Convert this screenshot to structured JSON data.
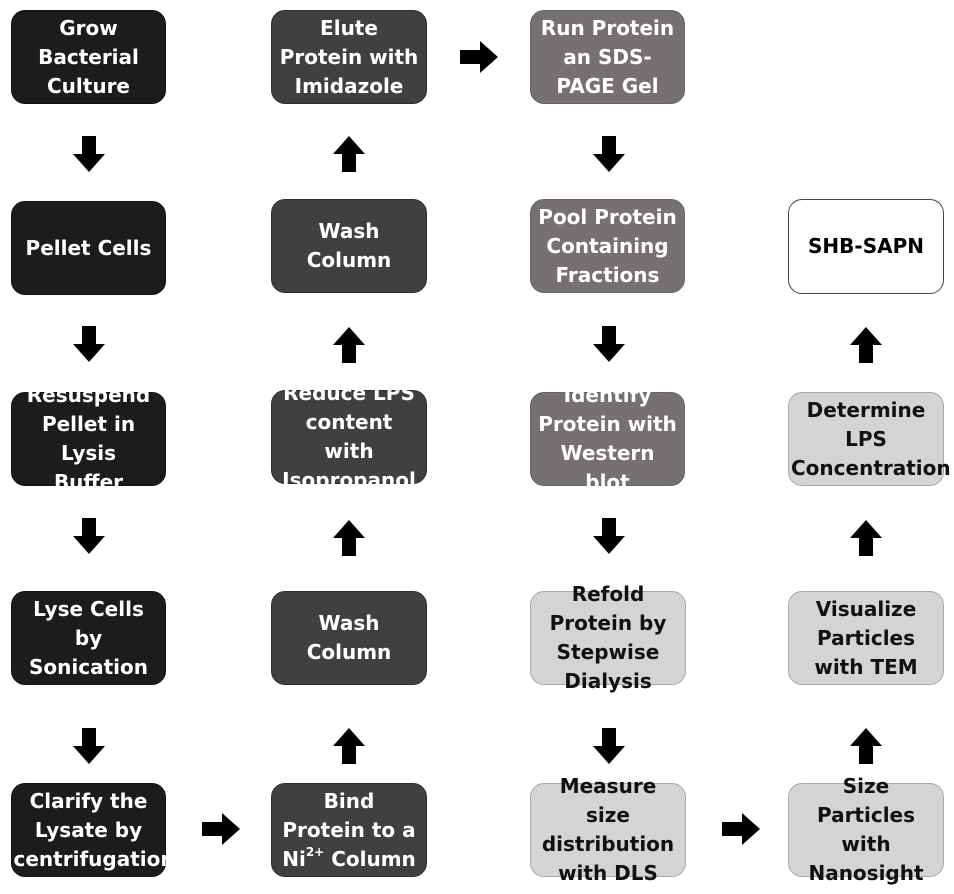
{
  "steps": {
    "grow": "Grow Bacterial Culture",
    "pellet": "Pellet Cells",
    "resuspend": "Resuspend Pellet in Lysis Buffer",
    "lyse": "Lyse Cells by Sonication",
    "clarify": "Clarify the Lysate by centrifugation",
    "bind_main": "Bind Protein to a Ni",
    "bind_sup": "2+",
    "bind_tail": "Column",
    "wash1": "Wash Column",
    "reduce": "Reduce LPS content with Isopropanol",
    "wash2": "Wash Column",
    "elute": "Elute Protein with Imidazole",
    "sds": "Run Protein an SDS-PAGE Gel",
    "pool": "Pool Protein Containing Fractions",
    "identify": "Identify Protein with Western blot",
    "refold": "Refold Protein by Stepwise Dialysis",
    "measure": "Measure size distribution with DLS",
    "size": "Size Particles with Nanosight",
    "visualize": "Visualize Particles with TEM",
    "determine": "Determine LPS Concentration",
    "final": "SHB-SAPN"
  },
  "colors": {
    "stage_culture": "#1c1c1c",
    "stage_purification": "#404040",
    "stage_analysis": "#767070",
    "stage_refold_characterize": "#d4d4d4",
    "stage_final": "#ffffff",
    "arrow": "#000000"
  }
}
